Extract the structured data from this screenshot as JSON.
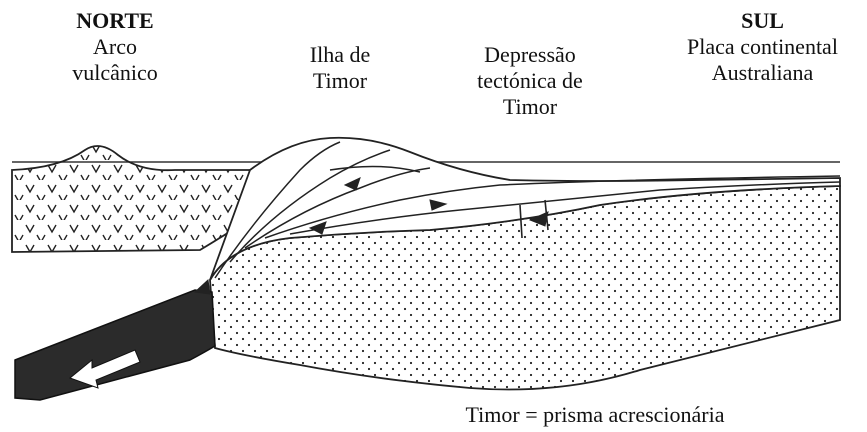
{
  "labels": {
    "norte": {
      "heading": "NORTE",
      "line1": "Arco",
      "line2": "vulcânico"
    },
    "timor_island": {
      "line1": "Ilha de",
      "line2": "Timor"
    },
    "depression": {
      "line1": "Depressão",
      "line2": "tectónica de",
      "line3": "Timor"
    },
    "sul": {
      "heading": "SUL",
      "line1": "Placa continental",
      "line2": "Australiana"
    }
  },
  "caption": "Timor = prisma acrescionária"
}
